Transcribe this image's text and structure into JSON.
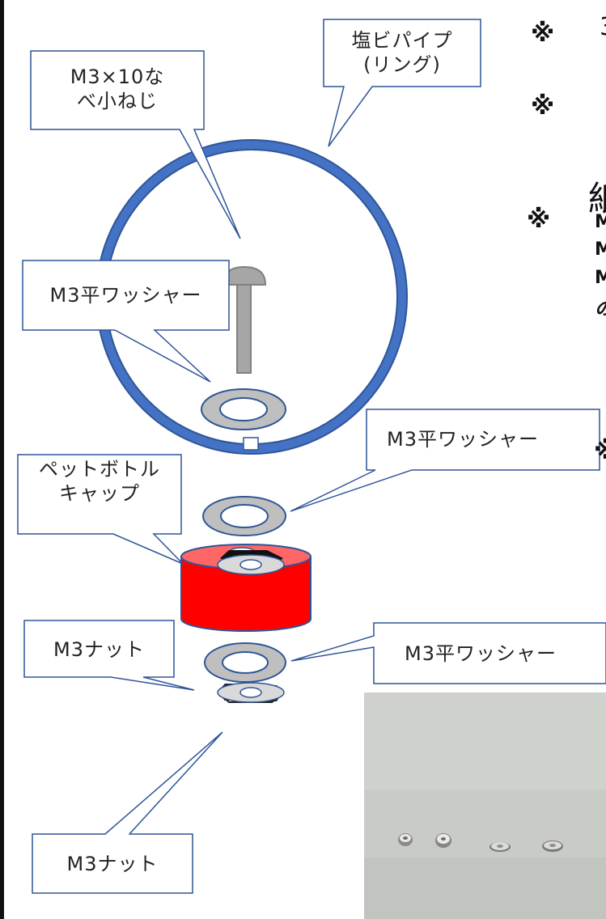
{
  "callouts": {
    "screw": [
      "M3×10な",
      "べ小ねじ"
    ],
    "pipe": [
      "塩ビパイプ",
      "(リング)"
    ],
    "washer_top": "M3平ワッシャー",
    "washer_mid": "M3平ワッシャー",
    "cap": [
      "ペットボトル",
      "キャップ"
    ],
    "nut_top": "M3ナット",
    "washer_bottom": "M3平ワッシャー",
    "nut_bottom": "M3ナット"
  },
  "notes": {
    "mark": "※",
    "note1_fragment": "※　",
    "note2_fragment": "※　",
    "heading_fragment": "",
    "note3_mark": "※",
    "note3_lines": [
      "M",
      "M",
      "M",
      "の"
    ],
    "note4_fragment": "※"
  },
  "colors": {
    "ring": "#4472c4",
    "ring_stroke": "#2f5597",
    "callout_border": "#2f5597",
    "screw": "#a6a6a6",
    "washer_fill": "#bfbfbf",
    "washer_stroke": "#4472c4",
    "cap_red": "#ff0000",
    "cap_top": "#ff6666",
    "nut": "#1f1f1f"
  }
}
